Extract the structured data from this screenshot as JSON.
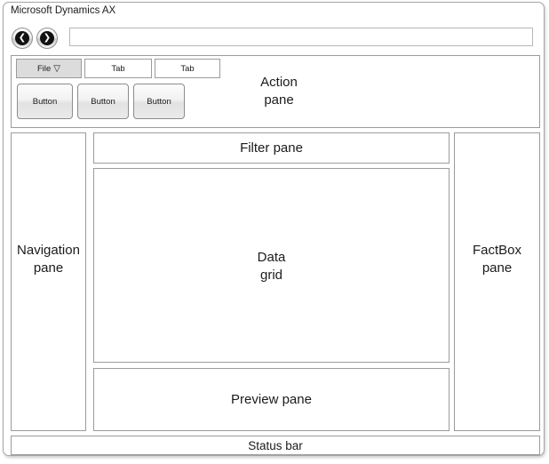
{
  "window": {
    "title": "Microsoft Dynamics AX"
  },
  "navigation_toolbar": {
    "back_label": "❮",
    "forward_label": "❯",
    "address_value": "",
    "address_placeholder": ""
  },
  "action_pane": {
    "label": "Action\npane",
    "label_line1": "Action",
    "label_line2": "pane",
    "tabs": [
      {
        "label": "File",
        "caret": "▽",
        "active": true
      },
      {
        "label": "Tab",
        "caret": "",
        "active": false
      },
      {
        "label": "Tab",
        "caret": "",
        "active": false
      }
    ],
    "buttons": [
      {
        "label": "Button"
      },
      {
        "label": "Button"
      },
      {
        "label": "Button"
      }
    ]
  },
  "panes": {
    "navigation": {
      "line1": "Navigation",
      "line2": "pane"
    },
    "filter": {
      "line1": "Filter pane",
      "line2": ""
    },
    "data_grid": {
      "line1": "Data",
      "line2": "grid"
    },
    "preview": {
      "line1": "Preview pane",
      "line2": ""
    },
    "factbox": {
      "line1": "FactBox",
      "line2": "pane"
    },
    "status_bar": {
      "line1": "Status bar",
      "line2": ""
    }
  },
  "colors": {
    "border": "#9b9b9b",
    "window_border": "#a6a6a6",
    "active_tab_bg": "#dcdcdc",
    "background": "#ffffff",
    "text": "#1b1b1b"
  }
}
